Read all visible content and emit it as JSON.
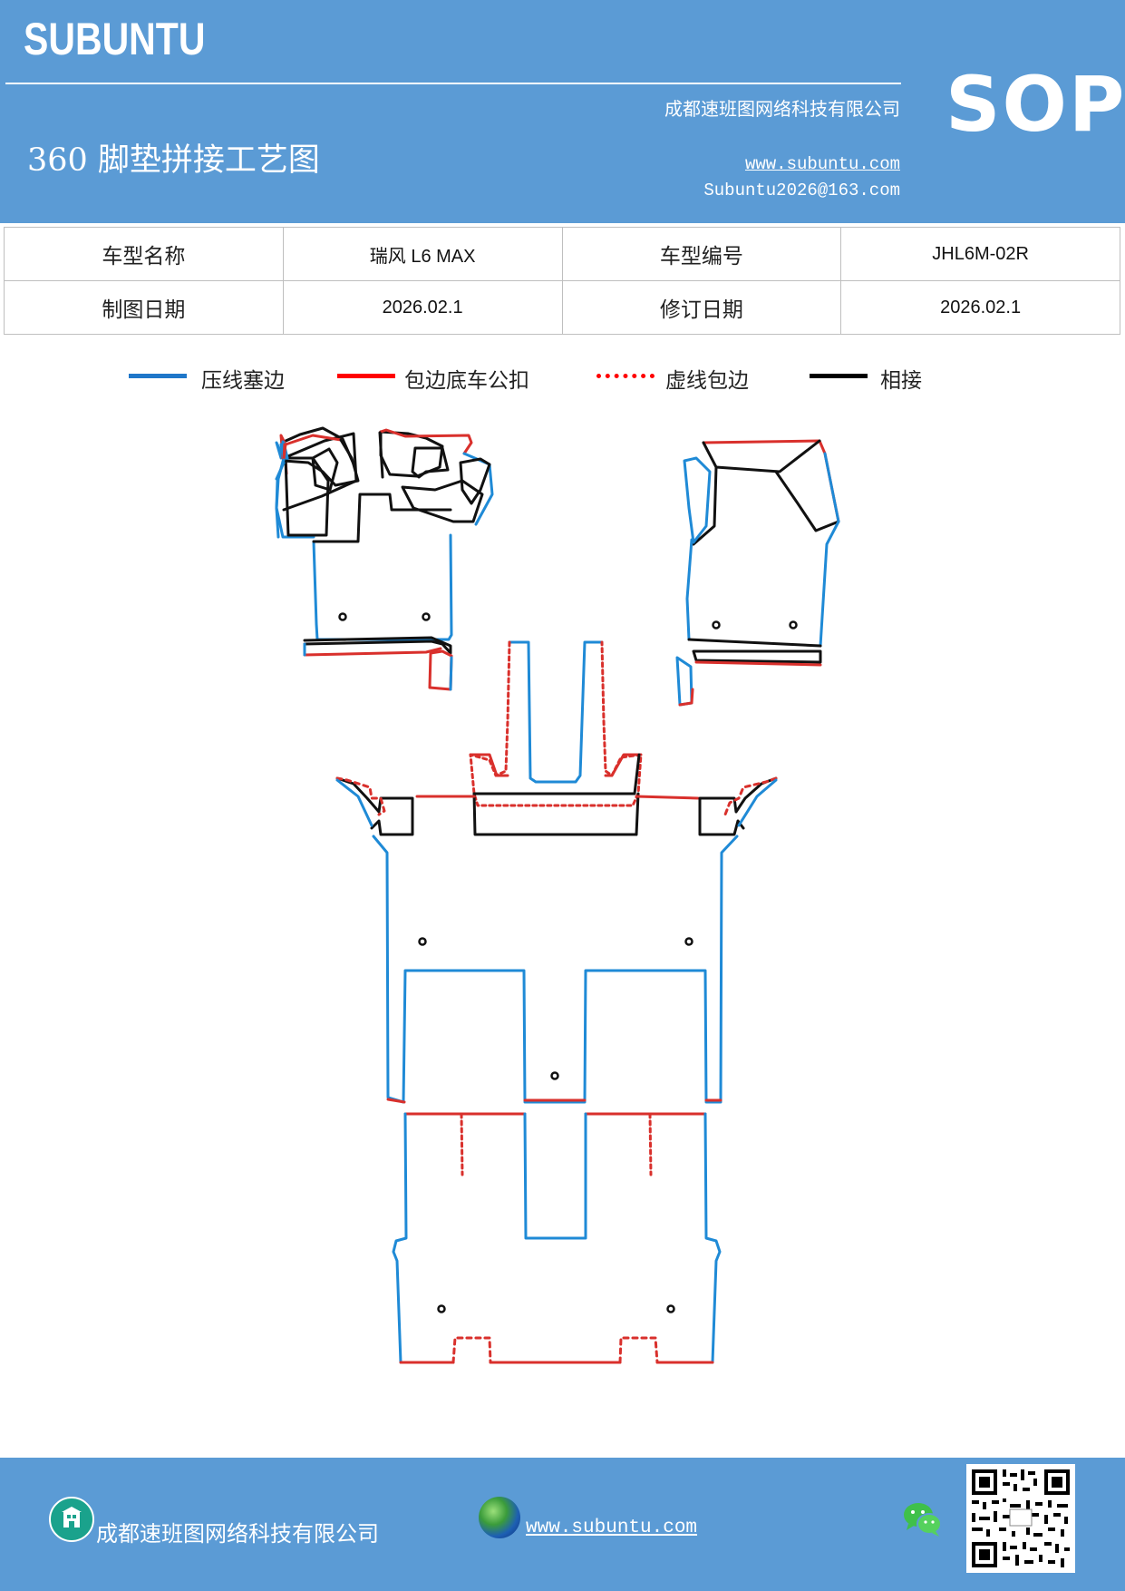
{
  "header": {
    "brand": "SUBUNTU",
    "doc_type": "SOP",
    "company": "成都速班图网络科技有限公司",
    "title": "360 脚垫拼接工艺图",
    "website": "www.subuntu.com",
    "email": "Subuntu2026@163.com"
  },
  "info_table": {
    "model_name_label": "车型名称",
    "model_name_value": "瑞风 L6 MAX",
    "model_code_label": "车型编号",
    "model_code_value": "JHL6M-02R",
    "draw_date_label": "制图日期",
    "draw_date_value": "2026.02.1",
    "revise_date_label": "修订日期",
    "revise_date_value": "2026.02.1"
  },
  "legend": [
    {
      "label": "压线塞边",
      "color": "#1f77c9",
      "style": "solid"
    },
    {
      "label": "包边底车公扣",
      "color": "#ff0000",
      "style": "solid"
    },
    {
      "label": "虚线包边",
      "color": "#ff0000",
      "style": "dotted"
    },
    {
      "label": "相接",
      "color": "#000000",
      "style": "solid"
    }
  ],
  "colors": {
    "header_bg": "#5b9bd5",
    "stitch_blue": "#1f8ad6",
    "binding_red": "#d9302c",
    "joint_black": "#111111"
  },
  "footer": {
    "company": "成都速班图网络科技有限公司",
    "website": "www.subuntu.com",
    "icons": [
      "building-icon",
      "globe-icon",
      "wechat-icon",
      "qr-code"
    ]
  }
}
